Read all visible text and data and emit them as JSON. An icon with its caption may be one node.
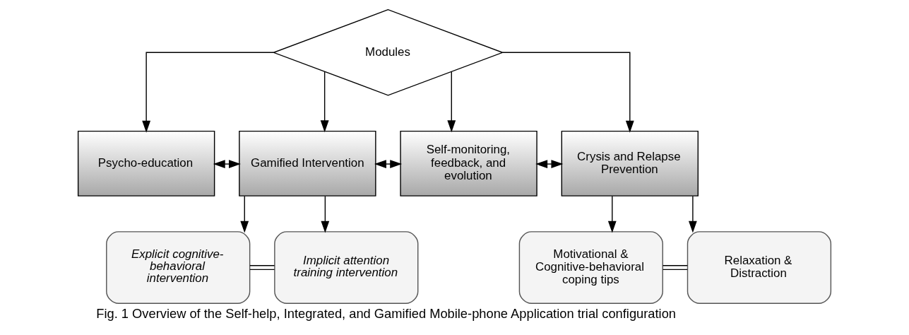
{
  "diagram": {
    "caption": "Fig. 1 Overview of the Self-help, Integrated, and Gamified Mobile-phone Application trial configuration",
    "nodes": [
      {
        "text": [
          "Modules"
        ]
      },
      {
        "text": [
          "Psycho-education"
        ]
      },
      {
        "text": [
          "Gamified Intervention"
        ]
      },
      {
        "text": [
          "Self-monitoring, feedback, and evolution"
        ]
      },
      {
        "text": [
          "Crysis and Relapse Prevention"
        ]
      },
      {
        "text": [
          "Explicit cognitive-behavioral intervention"
        ]
      },
      {
        "text": [
          "Implicit attention training intervention"
        ]
      },
      {
        "text": [
          "Motivational & Cognitive-behavioral coping tips"
        ]
      },
      {
        "text": [
          "Relaxation & Distraction"
        ]
      }
    ],
    "edges": [
      {
        "from": 0,
        "to": 1,
        "arrow": "to"
      },
      {
        "from": 0,
        "to": 2,
        "arrow": "to"
      },
      {
        "from": 0,
        "to": 3,
        "arrow": "to"
      },
      {
        "from": 0,
        "to": 4,
        "arrow": "to"
      },
      {
        "from": 1,
        "to": 2,
        "arrow": "both"
      },
      {
        "from": 2,
        "to": 3,
        "arrow": "both"
      },
      {
        "from": 3,
        "to": 4,
        "arrow": "both"
      },
      {
        "from": 2,
        "to": 5,
        "arrow": "to"
      },
      {
        "from": 2,
        "to": 6,
        "arrow": "to"
      },
      {
        "from": 4,
        "to": 7,
        "arrow": "to"
      },
      {
        "from": 4,
        "to": 8,
        "arrow": "to"
      },
      {
        "from": 5,
        "to": 6,
        "arrow": "none"
      },
      {
        "from": 7,
        "to": 8,
        "arrow": "none"
      }
    ]
  }
}
